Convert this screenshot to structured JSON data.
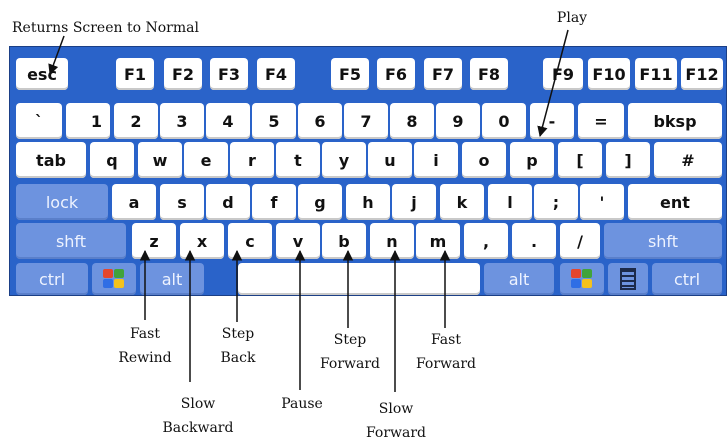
{
  "annotations": {
    "returns_screen": "Returns Screen to Normal",
    "play": "Play",
    "fast_rewind": [
      "Fast",
      "Rewind"
    ],
    "slow_backward": [
      "Slow",
      "Backward"
    ],
    "step_back": [
      "Step",
      "Back"
    ],
    "pause": "Pause",
    "step_forward": [
      "Step",
      "Forward"
    ],
    "slow_forward": [
      "Slow",
      "Forward"
    ],
    "fast_forward": [
      "Fast",
      "Forward"
    ]
  },
  "keyboard": {
    "function_row": [
      "esc",
      "F1",
      "F2",
      "F3",
      "F4",
      "F5",
      "F6",
      "F7",
      "F8",
      "F9",
      "F10",
      "F11",
      "F12"
    ],
    "number_row": [
      "`",
      "1",
      "2",
      "3",
      "4",
      "5",
      "6",
      "7",
      "8",
      "9",
      "0",
      "-",
      "=",
      "bksp"
    ],
    "top_row": [
      "tab",
      "q",
      "w",
      "e",
      "r",
      "t",
      "y",
      "u",
      "i",
      "o",
      "p",
      "[",
      "]",
      "#"
    ],
    "home_row": [
      "lock",
      "a",
      "s",
      "d",
      "f",
      "g",
      "h",
      "j",
      "k",
      "l",
      ";",
      "'",
      "ent"
    ],
    "bottom_row": [
      "shft",
      "z",
      "x",
      "c",
      "v",
      "b",
      "n",
      "m",
      ",",
      ".",
      "/",
      "shft"
    ],
    "control_row": [
      "ctrl",
      "alt",
      "alt",
      "ctrl"
    ],
    "icons": {
      "windows_logo": "windows-logo-icon",
      "menu": "menu-icon"
    },
    "colors": {
      "frame": "#2a63c9",
      "modifier": "#6d93df",
      "key": "#ffffff"
    }
  }
}
